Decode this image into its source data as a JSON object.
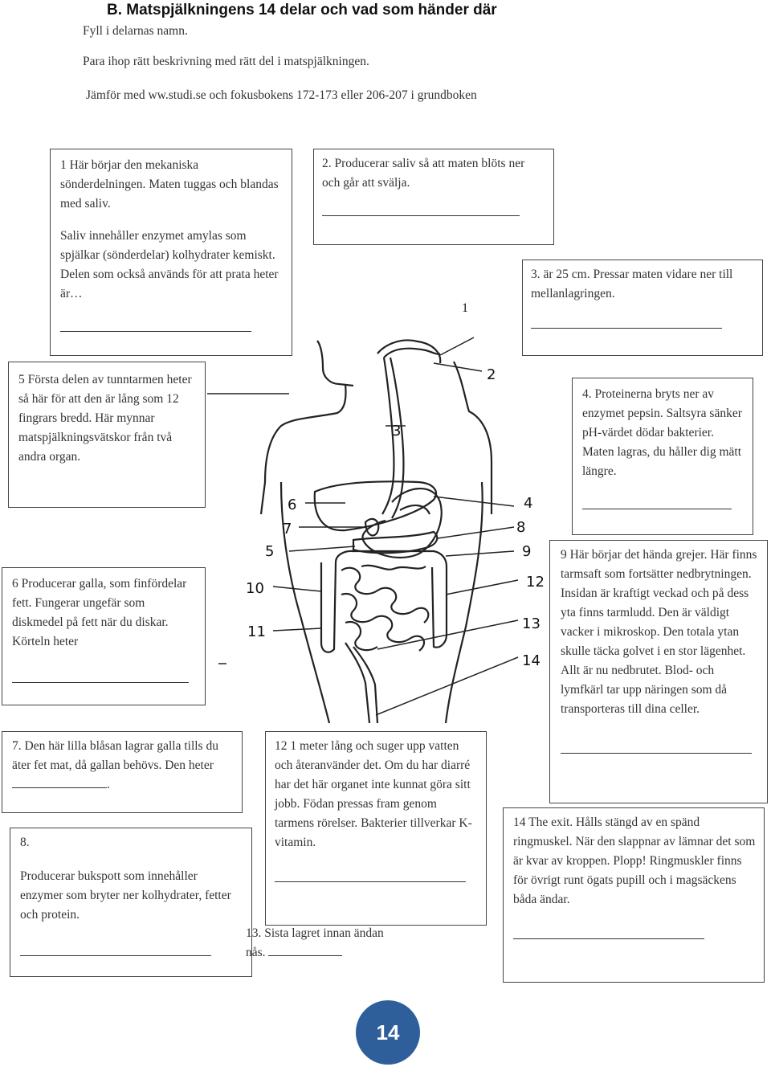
{
  "header": {
    "title": "B. Matspjälkningens 14 delar och vad som händer där",
    "line1": "Fyll i delarnas namn.",
    "line2": "Para ihop rätt beskrivning med rätt del i matspjälkningen.",
    "line3": "Jämför med ww.studi.se och fokusbokens 172-173 eller 206-207 i grundboken"
  },
  "boxes": {
    "b1": {
      "text1": "1 Här börjar den mekaniska sönderdelningen. Maten tuggas och blandas med saliv.",
      "text2": "Saliv innehåller enzymet amylas som spjälkar (sönderdelar) kolhydrater kemiskt. Delen som också används för att prata heter är…"
    },
    "b2": {
      "text": "2. Producerar saliv så att maten blöts ner och går att svälja."
    },
    "b3": {
      "text": "3. är 25 cm. Pressar maten vidare ner till  mellanlagringen."
    },
    "b4": {
      "text": "4. Proteinerna bryts ner av enzymet pepsin. Saltsyra sänker pH-värdet dödar bakterier. Maten lagras, du håller dig mätt längre."
    },
    "b5": {
      "text": "5 Första delen av tunntarmen heter så här för att den är lång som 12 fingrars bredd. Här mynnar matspjälkningsvätskor från två andra organ."
    },
    "b6": {
      "text": "6 Producerar galla, som finfördelar fett. Fungerar ungefär som diskmedel på fett när du diskar. Körteln heter"
    },
    "b7": {
      "text": "7. Den här lilla blåsan lagrar galla tills du äter fet mat, då gallan behövs. Den heter",
      "end": "."
    },
    "b8": {
      "num": "8.",
      "text": "Producerar bukspott som innehåller enzymer som bryter ner kolhydrater, fetter och protein."
    },
    "b9": {
      "text": "9 Här börjar det hända grejer. Här finns tarmsaft som fortsätter nedbrytningen. Insidan är kraftigt veckad och på dess yta finns tarmludd. Den är väldigt vacker i mikroskop. Den totala ytan skulle täcka golvet i en stor lägenhet. Allt är nu nedbrutet. Blod- och lymfkärl tar upp näringen som då transporteras till dina celler."
    },
    "b12": {
      "text": "12 1 meter lång och  suger upp vatten och återanvänder det. Om du har diarré har det här organet inte kunnat göra sitt jobb. Födan pressas fram genom tarmens rörelser. Bakterier tillverkar K-vitamin."
    },
    "b13": {
      "text": "13. Sista lagret innan ändan nås."
    },
    "b14": {
      "text": "14 The exit. Hålls stängd av en spänd ringmuskel. När den slappnar av lämnar det som är kvar av kroppen. Plopp!  Ringmuskler finns för övrigt runt ögats pupill och i magsäckens båda ändar."
    }
  },
  "diagram": {
    "label_1": "1",
    "labels": [
      "2",
      "3",
      "4",
      "5",
      "6",
      "7",
      "8",
      "9",
      "10",
      "11",
      "12",
      "13",
      "14"
    ]
  },
  "page_number": "14"
}
